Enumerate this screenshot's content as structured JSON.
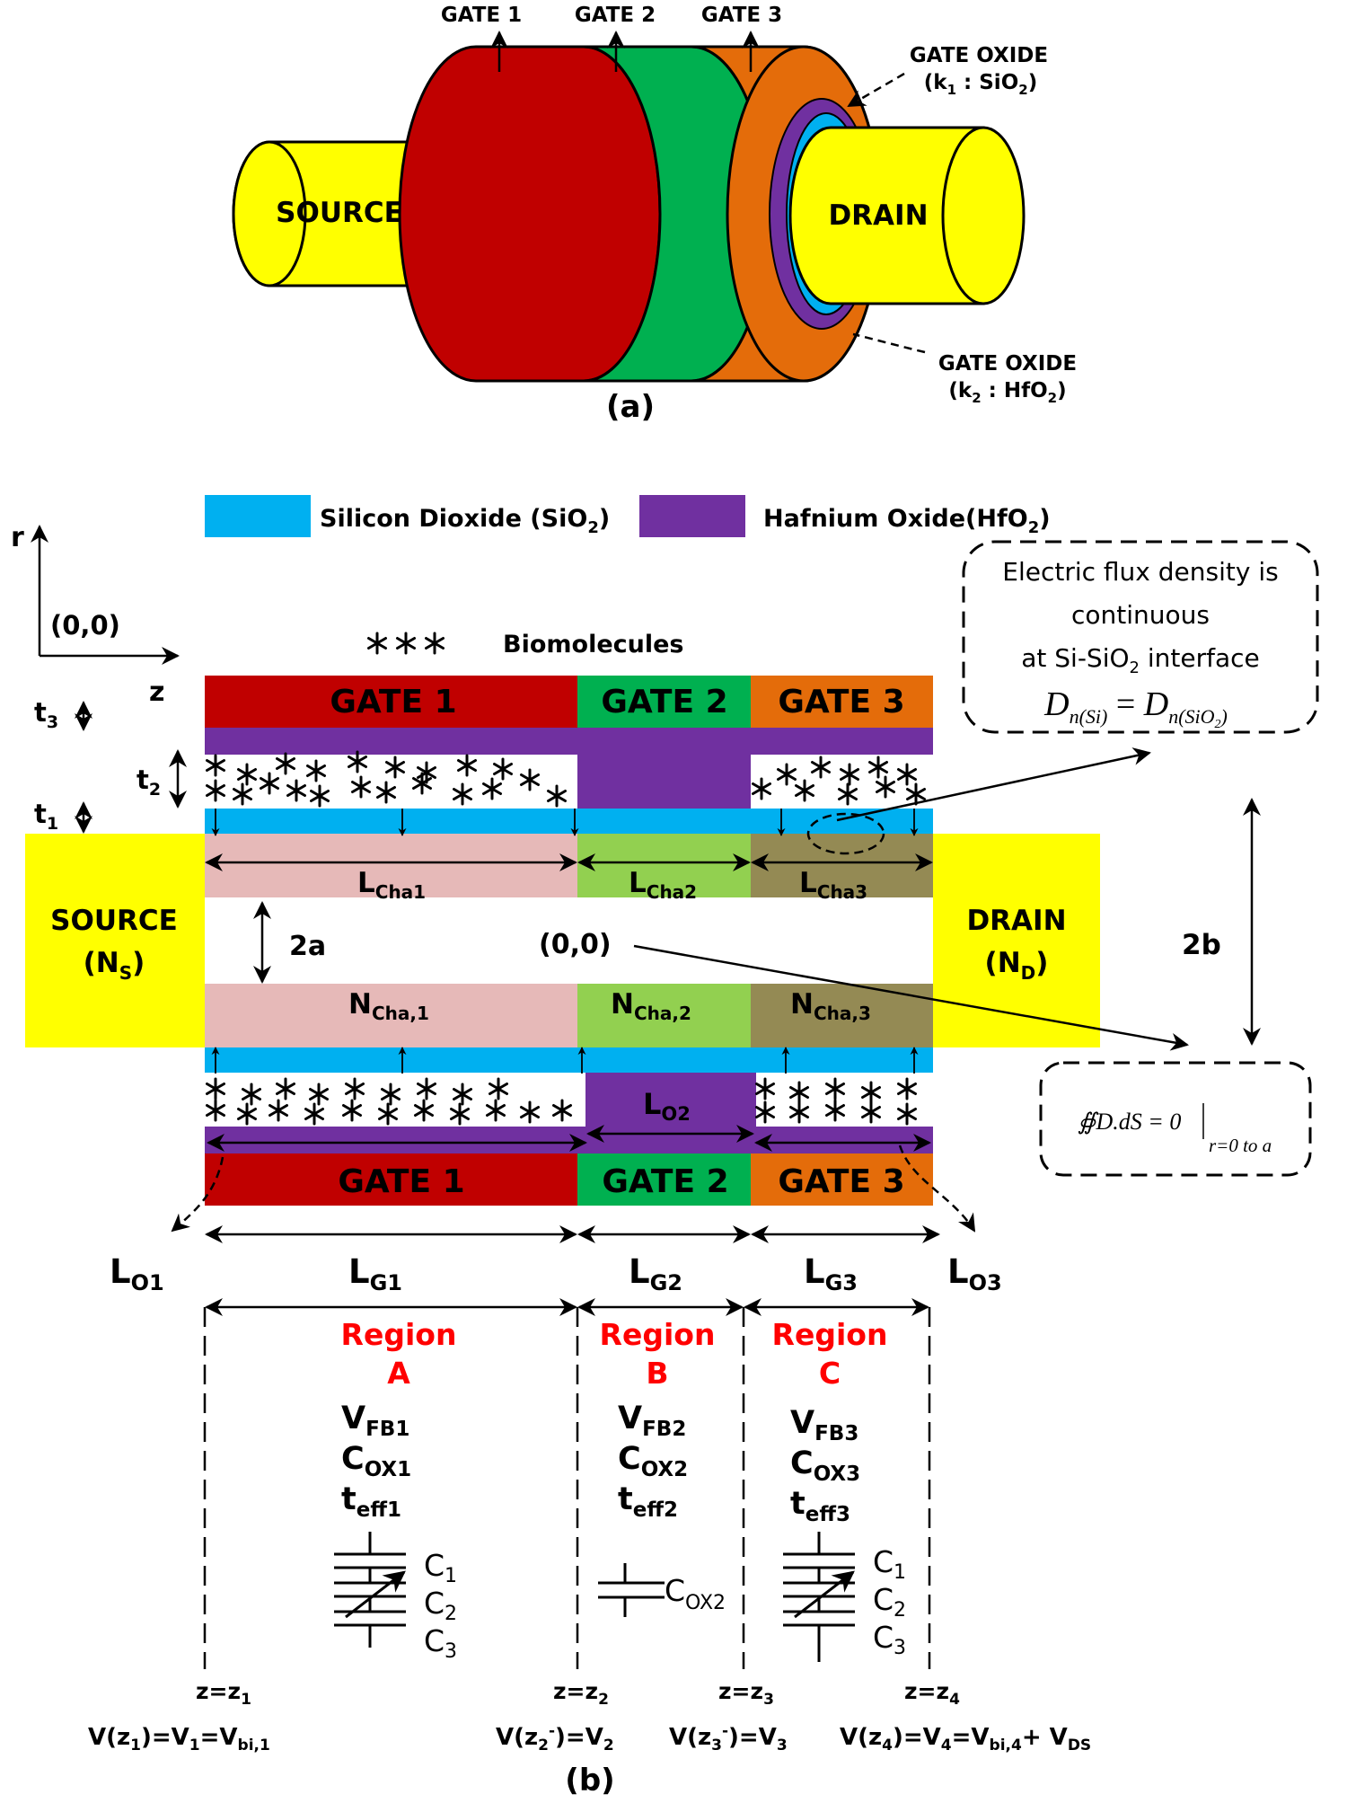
{
  "colors": {
    "gate1": "#c00000",
    "gate2": "#00b050",
    "gate3": "#e46c0a",
    "sio2": "#00b0f0",
    "hfo2": "#7030a0",
    "source_drain": "#ffff00",
    "cha1": "#e6b9b8",
    "cha2": "#92d050",
    "cha3": "#948a54",
    "region_label": "#ff0000"
  },
  "part_a": {
    "caption": "(a)",
    "gate_labels": [
      "GATE 1",
      "GATE 2",
      "GATE 3"
    ],
    "source_label": "SOURCE",
    "drain_label": "DRAIN",
    "oxide1": {
      "title": "GATE OXIDE",
      "k": "(k",
      "k_sub": "1",
      "k_rest": " : SiO",
      "k_rest_sub": "2",
      "k_close": ")"
    },
    "oxide2": {
      "title": "GATE OXIDE",
      "k": "(k",
      "k_sub": "2",
      "k_rest": " : HfO",
      "k_rest_sub": "2",
      "k_close": ")"
    }
  },
  "part_b": {
    "caption": "(b)",
    "legend": {
      "sio2_label": "Silicon Dioxide (SiO",
      "sio2_sub": "2",
      "sio2_close": ")",
      "hfo2_label": "Hafnium Oxide(HfO",
      "hfo2_sub": "2",
      "hfo2_close": ")"
    },
    "axis": {
      "r": "r",
      "z": "z",
      "origin": "(0,0)"
    },
    "biomolecules_label": "Biomolecules",
    "gate_labels": [
      "GATE 1",
      "GATE 2",
      "GATE 3"
    ],
    "source": {
      "name": "SOURCE",
      "n": "(N",
      "n_sub": "S",
      "close": ")"
    },
    "drain": {
      "name": "DRAIN",
      "n": "(N",
      "n_sub": "D",
      "close": ")"
    },
    "thickness": [
      {
        "t": "t",
        "sub": "3"
      },
      {
        "t": "t",
        "sub": "2"
      },
      {
        "t": "t",
        "sub": "1"
      }
    ],
    "radius_a": "2a",
    "radius_b": "2b",
    "center": "(0,0)",
    "channel_lengths": [
      {
        "main": "L",
        "sub": "Cha1"
      },
      {
        "main": "L",
        "sub": "Cha2"
      },
      {
        "main": "L",
        "sub": "Cha3"
      }
    ],
    "channel_doping": [
      {
        "main": "N",
        "sub": "Cha,1"
      },
      {
        "main": "N",
        "sub": "Cha,2"
      },
      {
        "main": "N",
        "sub": "Cha,3"
      }
    ],
    "lo2": {
      "main": "L",
      "sub": "O2"
    },
    "lo1": {
      "main": "L",
      "sub": "O1"
    },
    "lo3": {
      "main": "L",
      "sub": "O3"
    },
    "gate_lengths": [
      {
        "main": "L",
        "sub": "G1"
      },
      {
        "main": "L",
        "sub": "G2"
      },
      {
        "main": "L",
        "sub": "G3"
      }
    ],
    "flux_note": {
      "line1": "Electric flux density is",
      "line2": "continuous",
      "line3a": "at Si-SiO",
      "line3sub": "2",
      "line3b": " interface",
      "eq_lhs": "D",
      "eq_lhs_sub": "n(Si)",
      "eq_eq": " = ",
      "eq_rhs": "D",
      "eq_rhs_sub": "n(SiO",
      "eq_rhs_sub2": "2",
      "eq_rhs_close": ")"
    },
    "gauss_note": {
      "expr": "∯D.dS = 0",
      "bound": "r=0 to a"
    },
    "regions": [
      {
        "word": "Region",
        "letter": "A",
        "vfb": "FB1",
        "cox": "OX1",
        "teff": "eff1"
      },
      {
        "word": "Region",
        "letter": "B",
        "vfb": "FB2",
        "cox": "OX2",
        "teff": "eff2"
      },
      {
        "word": "Region",
        "letter": "C",
        "vfb": "FB3",
        "cox": "OX3",
        "teff": "eff3"
      }
    ],
    "symbols": {
      "v": "V",
      "c": "C",
      "t": "t"
    },
    "capacitors": [
      {
        "c1": "C",
        "s1": "1",
        "c2": "C",
        "s2": "2",
        "c3": "C",
        "s3": "3"
      },
      {
        "label": "C",
        "sub": "OX2"
      },
      {
        "c1": "C",
        "s1": "1",
        "c2": "C",
        "s2": "2",
        "c3": "C",
        "s3": "3"
      }
    ],
    "boundaries": [
      {
        "z": "z=z",
        "zsub": "1",
        "v": "V(z",
        "vsub": "1",
        "v2": ")=V",
        "v2sub": "1",
        "v3": "=V",
        "v3sub": "bi,1",
        "v4": ""
      },
      {
        "z": "z=z",
        "zsub": "2",
        "v": "V(z",
        "vsub": "2",
        "vsup": "-",
        "v2": ")=V",
        "v2sub": "2"
      },
      {
        "z": "z=z",
        "zsub": "3",
        "v": "V(z",
        "vsub": "3",
        "vsup": "-",
        "v2": ")=V",
        "v2sub": "3"
      },
      {
        "z": "z=z",
        "zsub": "4",
        "v": "V(z",
        "vsub": "4",
        "v2": ")=V",
        "v2sub": "4",
        "v3": "=V",
        "v3sub": "bi,4",
        "v4": "+ V",
        "v4sub": "DS"
      }
    ]
  }
}
